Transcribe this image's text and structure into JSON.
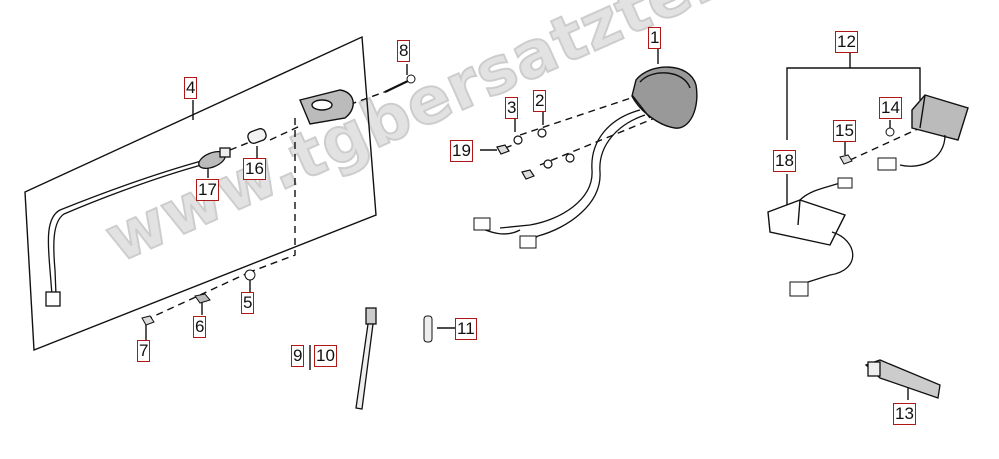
{
  "watermark": "www.tgbersatzteile.de",
  "callouts": [
    "1",
    "2",
    "3",
    "4",
    "5",
    "6",
    "7",
    "8",
    "9",
    "10",
    "11",
    "12",
    "13",
    "14",
    "15",
    "16",
    "17",
    "18",
    "19"
  ],
  "colors": {
    "callout_border": "#b01818",
    "line": "#111111",
    "watermark": "#d9d9d9"
  }
}
